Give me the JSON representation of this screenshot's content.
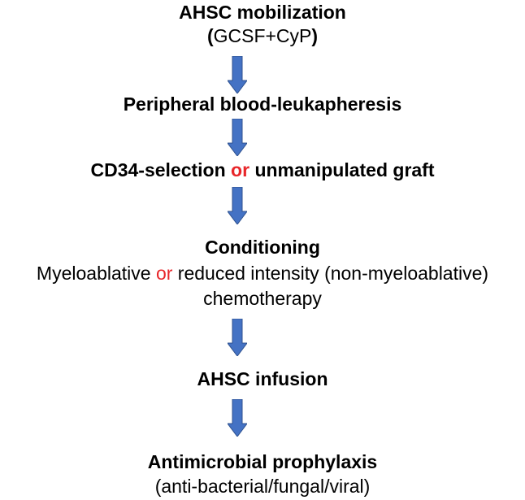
{
  "colors": {
    "arrow_fill": "#4472c4",
    "arrow_stroke": "#2f528f",
    "or_highlight": "#e8262a"
  },
  "steps": [
    {
      "title": "AHSC mobilization",
      "sub_open": "(",
      "sub_text": "GCSF+CyP",
      "sub_close": ")"
    },
    {
      "title": "Peripheral blood-leukapheresis"
    },
    {
      "title_a": "CD34-selection",
      "title_or": "or",
      "title_b": "unmanipulated graft"
    },
    {
      "title": "Conditioning",
      "line1_a": "Myeloablative",
      "line1_or": "or",
      "line1_b": "reduced intensity (non-myeloablative)",
      "line2": "chemotherapy"
    },
    {
      "title": "AHSC infusion"
    },
    {
      "title": "Antimicrobial prophylaxis",
      "sub": "(anti-bacterial/fungal/viral)"
    }
  ],
  "arrows": [
    {
      "icon": "arrow-down-icon"
    },
    {
      "icon": "arrow-down-icon"
    },
    {
      "icon": "arrow-down-icon"
    },
    {
      "icon": "arrow-down-icon"
    },
    {
      "icon": "arrow-down-icon"
    }
  ]
}
